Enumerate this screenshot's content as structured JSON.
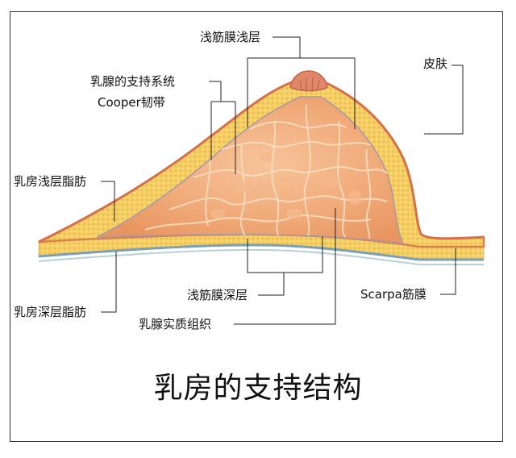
{
  "title": "乳房的支持结构",
  "labels": {
    "superficial_fascia_superficial_layer": "浅筋膜浅层",
    "skin": "皮肤",
    "support_system": "乳腺的支持系统",
    "cooper_ligament": "Cooper韧带",
    "superficial_fat": "乳房浅层脂肪",
    "superficial_fascia_deep_layer": "浅筋膜深层",
    "scarpa_fascia": "Scarpa筋膜",
    "deep_fat": "乳房深层脂肪",
    "parenchyma": "乳腺实质组织"
  }
}
